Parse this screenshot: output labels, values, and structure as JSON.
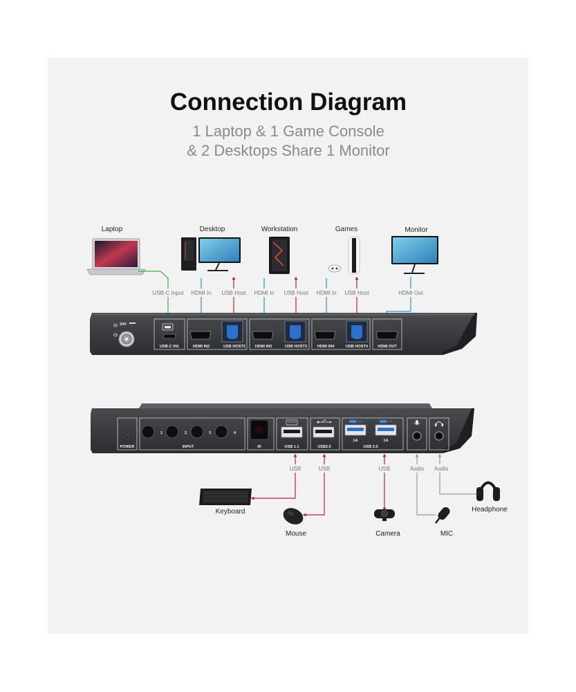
{
  "title": "Connection Diagram",
  "subtitle_line1": "1 Laptop & 1 Game Console",
  "subtitle_line2": "& 2 Desktops Share 1 Monitor",
  "devices": {
    "laptop": "Laptop",
    "desktop": "Desktop",
    "workstation": "Workstation",
    "games": "Games",
    "monitor": "Monitor"
  },
  "connectors": {
    "usbc_input": "USB-C Input",
    "hdmi_in_1": "HDMI In",
    "usb_host_1": "USB Host",
    "hdmi_in_2": "HDMI In",
    "usb_host_2": "USB Host",
    "hdmi_in_3": "HDMI In",
    "usb_host_3": "USB Host",
    "hdmi_out": "HDMI Out"
  },
  "rear_panel": {
    "power_in": "24V",
    "usbc_in1": "USB-C IN1",
    "hdmi_in2": "HDMI IN2",
    "usb_host2": "USB HOST2",
    "hdmi_in3": "HDMI IN3",
    "usb_host3": "USB HOST3",
    "hdmi_in4": "HDMI IN4",
    "usb_host4": "USB HOST4",
    "hdmi_out": "HDMI OUT"
  },
  "front_panel": {
    "power": "POWER",
    "input": "INPUT",
    "input_numbers": [
      "1",
      "2",
      "3",
      "4"
    ],
    "ir": "IR",
    "usb11": "USB 1.1",
    "usb20": "USB2.0",
    "usb30": "USB 3.0",
    "port_current_1": "1A",
    "port_current_2": "1A"
  },
  "peripheral_connectors": {
    "keyboard_link": "USB",
    "mouse_link": "USB",
    "camera_link": "USB",
    "mic_link": "Audio",
    "headphone_link": "Audio"
  },
  "peripherals": {
    "keyboard": "Keyboard",
    "mouse": "Mouse",
    "camera": "Camera",
    "mic": "MIC",
    "headphone": "Headphone"
  },
  "colors": {
    "usbc": "#3cae4a",
    "hdmi": "#2f8fd0",
    "usb_host": "#b5272d",
    "peripheral_usb": "#b5272d",
    "audio": "#9a9a9a",
    "panel_bg": "#f2f2f2",
    "device_body": "#3a3b3f"
  },
  "icons": {
    "power_jack": "power-jack-icon",
    "mic": "microphone-icon",
    "headphone": "headphone-icon",
    "usb": "usb-icon",
    "ss_usb": "superspeed-usb-icon",
    "keyboard": "keyboard-icon"
  }
}
